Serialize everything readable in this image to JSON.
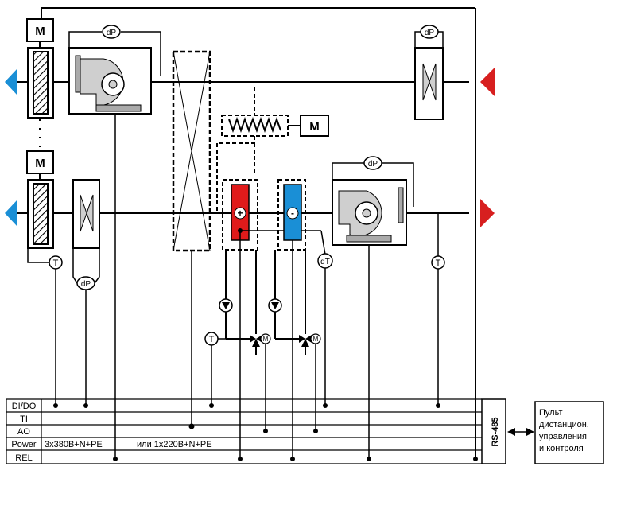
{
  "symbols": {
    "motor": "M",
    "pressure": "dP",
    "temp": "T",
    "dtemp": "dT",
    "heater": "+",
    "cooler": "-",
    "valve_motor": "M"
  },
  "bus": {
    "rows": [
      "DI/DO",
      "TI",
      "AO",
      "Power",
      "REL"
    ],
    "power_left": "3x380В+N+PE",
    "power_mid": "или 1x220В+N+PE"
  },
  "rs485": "RS-485",
  "panel": {
    "lines": [
      "Пульт",
      "дистанцион.",
      "управления",
      "и контроля"
    ]
  },
  "colors": {
    "heater": "#e01b1b",
    "cooler": "#1a8fd6",
    "arrow_blue": "#1a8fd6",
    "arrow_red": "#d71f1f"
  }
}
